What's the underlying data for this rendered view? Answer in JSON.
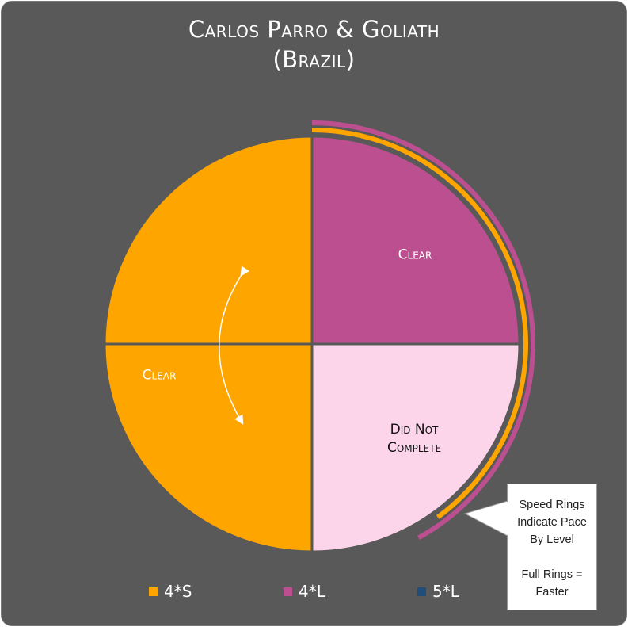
{
  "header": {
    "title_line1": "Carlos Parro & Goliath",
    "title_line2": "(Brazil)"
  },
  "chart_data": {
    "type": "pie",
    "quadrants": [
      {
        "level": "4*S",
        "result": "Clear",
        "color": "#FFA500"
      },
      {
        "level": "4*S",
        "result": "Clear",
        "color": "#FFA500"
      },
      {
        "level": "4*L",
        "result": "Clear",
        "color": "#BC4F90"
      },
      {
        "level": "4*L",
        "result": "Did Not Complete",
        "color": "#FCD5EB"
      }
    ],
    "speed_rings": [
      {
        "level": "4*S",
        "color": "#FFA500",
        "fraction": 0.4
      },
      {
        "level": "4*L",
        "color": "#BC4F90",
        "fraction": 0.42
      }
    ],
    "legend": [
      {
        "label": "4*S",
        "color": "#FFA500"
      },
      {
        "label": "4*L",
        "color": "#BC4F90"
      },
      {
        "label": "5*L",
        "color": "#1F4E79"
      }
    ]
  },
  "labels": {
    "top_right": "Clear",
    "bottom_left": "Clear",
    "bottom_right_line1": "Did Not",
    "bottom_right_line2": "Complete"
  },
  "callout": {
    "line1": "Speed Rings",
    "line2": "Indicate Pace",
    "line3": "By Level",
    "line4": "Full Rings =",
    "line5": "Faster"
  }
}
